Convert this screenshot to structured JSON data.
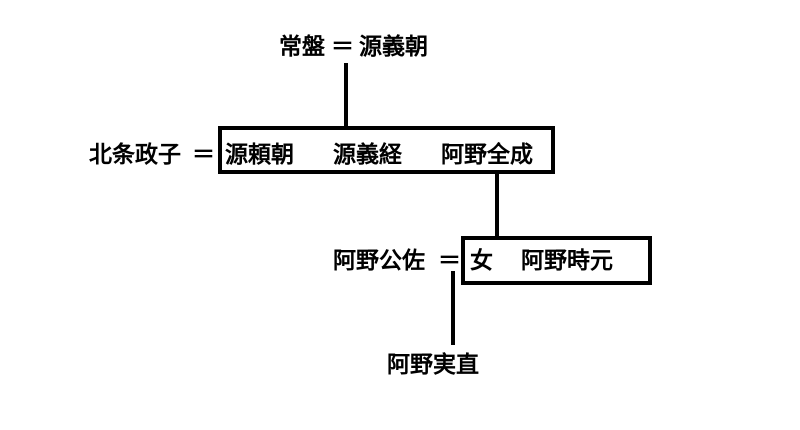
{
  "top_parents": {
    "mother": "常盤",
    "link": "＝",
    "father": "源義朝"
  },
  "middle_row": {
    "spouse": "北条政子",
    "link": "＝",
    "children": [
      "源頼朝",
      "源義経",
      "阿野全成"
    ]
  },
  "third_row": {
    "spouse": "阿野公佐",
    "link": "＝",
    "children": [
      "女",
      "阿野時元"
    ]
  },
  "bottom": {
    "child": "阿野実直"
  }
}
